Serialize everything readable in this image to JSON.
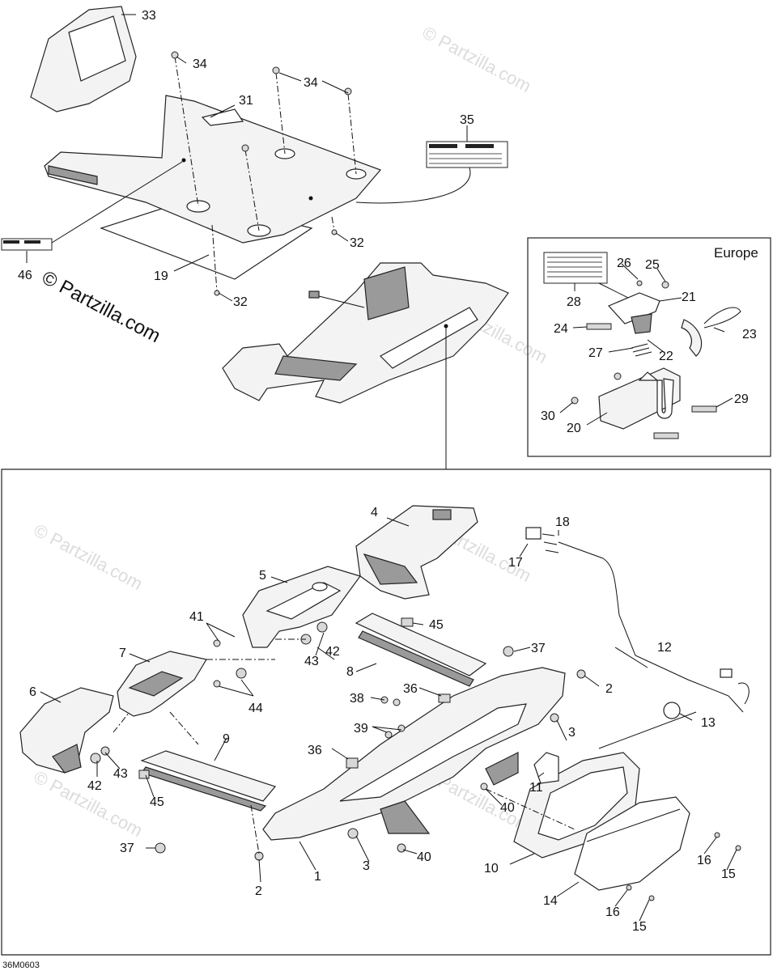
{
  "callouts": {
    "c1": "1",
    "c2a": "2",
    "c2b": "2",
    "c3a": "3",
    "c3b": "3",
    "c4": "4",
    "c5": "5",
    "c6": "6",
    "c7": "7",
    "c8": "8",
    "c9": "9",
    "c10": "10",
    "c11": "11",
    "c12": "12",
    "c13": "13",
    "c14": "14",
    "c15a": "15",
    "c15b": "15",
    "c16a": "16",
    "c16b": "16",
    "c17": "17",
    "c18": "18",
    "c19": "19",
    "c20": "20",
    "c21": "21",
    "c22": "22",
    "c23": "23",
    "c24": "24",
    "c25": "25",
    "c26": "26",
    "c27": "27",
    "c28": "28",
    "c29": "29",
    "c30": "30",
    "c31": "31",
    "c32a": "32",
    "c32b": "32",
    "c33": "33",
    "c34a": "34",
    "c34b": "34",
    "c35": "35",
    "c36a": "36",
    "c36b": "36",
    "c37a": "37",
    "c37b": "37",
    "c38": "38",
    "c39": "39",
    "c40a": "40",
    "c40b": "40",
    "c41": "41",
    "c42a": "42",
    "c42b": "42",
    "c43a": "43",
    "c43b": "43",
    "c44": "44",
    "c45a": "45",
    "c45b": "45",
    "c46": "46"
  },
  "inset": {
    "label": "Europe"
  },
  "watermark": {
    "main": "© Partzilla.com",
    "faint": "© Partzilla.com"
  },
  "drawing_code": "36M0603",
  "icons": [
    "screw-icon",
    "nut-icon",
    "bulb-icon",
    "warning-label-icon",
    "connector-icon"
  ]
}
